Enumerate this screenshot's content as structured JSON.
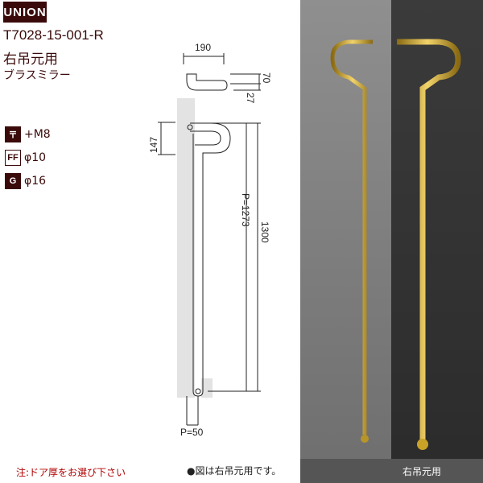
{
  "header": {
    "logo": "UNION",
    "product_code": "T7028-15-001-R",
    "subtitle": "右吊元用",
    "finish": "ブラスミラー"
  },
  "specs": [
    {
      "icon": "screw-icon",
      "icon_text": "〒",
      "value": "+M8"
    },
    {
      "icon": "ff-icon",
      "icon_text": "FF",
      "value": "φ10"
    },
    {
      "icon": "g-icon",
      "icon_text": "G",
      "value": "φ16"
    }
  ],
  "drawing": {
    "top_width": "190",
    "top_thickness": "27",
    "top_height": "70",
    "hook_height": "147",
    "pitch": "P=1273",
    "total_length": "1300",
    "bottom_pitch": "P=50"
  },
  "notes": {
    "left": "注:ドア厚をお選び下さい",
    "right": "●図は右吊元用です。"
  },
  "photo": {
    "caption": "右吊元用"
  },
  "colors": {
    "brand": "#3a0a0a",
    "note_red": "#b00000",
    "brass": "#c9a227"
  }
}
